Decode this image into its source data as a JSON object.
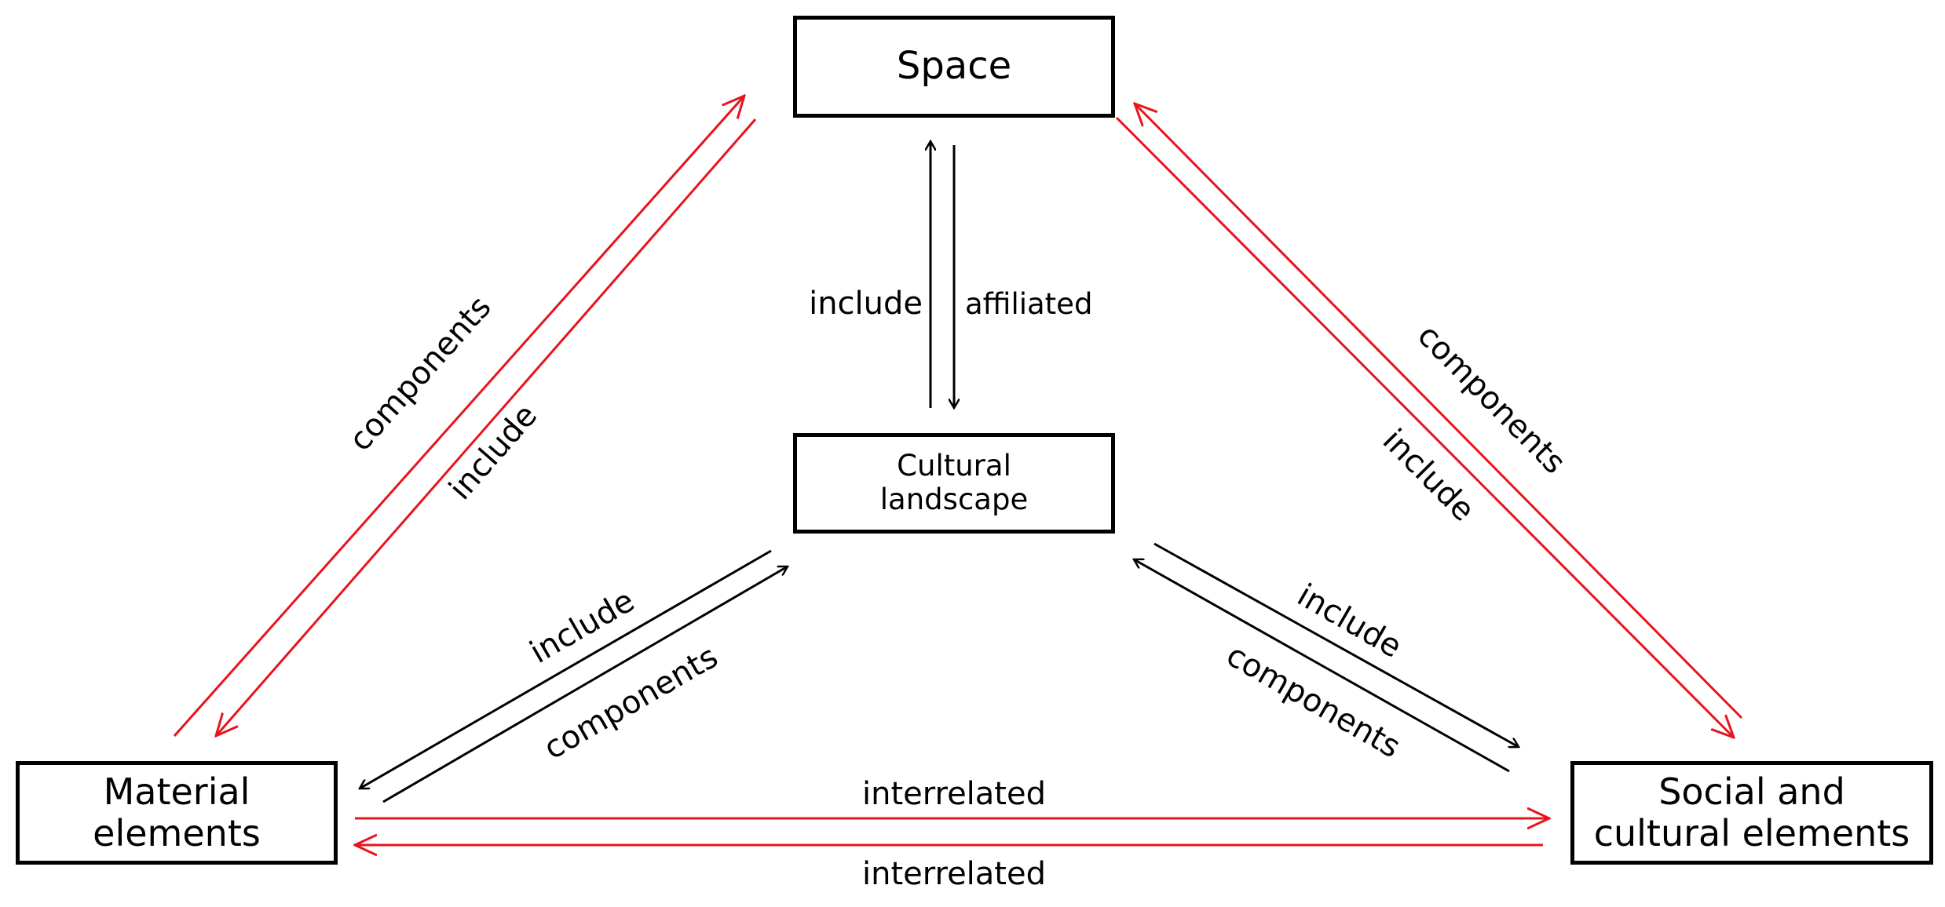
{
  "nodes": {
    "space": "Space",
    "cultural_landscape": [
      "Cultural",
      "landscape"
    ],
    "material_elements": [
      "Material",
      "elements"
    ],
    "social_cultural_elements": [
      "Social and",
      "cultural elements"
    ]
  },
  "edge_labels": {
    "space_to_cultural_include": "include",
    "cultural_to_space_affiliated": "affiliated",
    "material_to_space_components": "components",
    "space_to_material_include": "include",
    "social_to_space_components": "components",
    "space_to_social_include": "include",
    "cultural_to_material_include": "include",
    "material_to_cultural_components": "components",
    "cultural_to_social_include": "include",
    "social_to_cultural_components": "components",
    "material_to_social_interrelated": "interrelated",
    "social_to_material_interrelated": "interrelated"
  },
  "colors": {
    "red_arrow": "#e8141c",
    "black_arrow": "#000000"
  }
}
